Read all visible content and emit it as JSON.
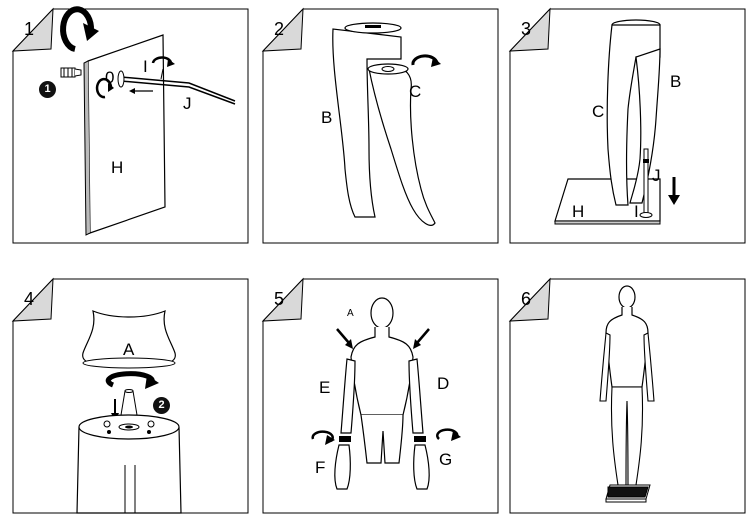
{
  "steps": [
    {
      "number": "1",
      "labels": {
        "h": "H",
        "i": "I",
        "j": "J",
        "o": "0"
      },
      "badge": "1"
    },
    {
      "number": "2",
      "labels": {
        "b": "B",
        "c": "C"
      }
    },
    {
      "number": "3",
      "labels": {
        "c": "C",
        "b": "B",
        "h": "H",
        "j": "J",
        "i": "I"
      }
    },
    {
      "number": "4",
      "labels": {
        "a": "A"
      },
      "badge": "2"
    },
    {
      "number": "5",
      "labels": {
        "a": "A",
        "e": "E",
        "d": "D",
        "f": "F",
        "g": "G"
      }
    },
    {
      "number": "6",
      "labels": {}
    }
  ]
}
